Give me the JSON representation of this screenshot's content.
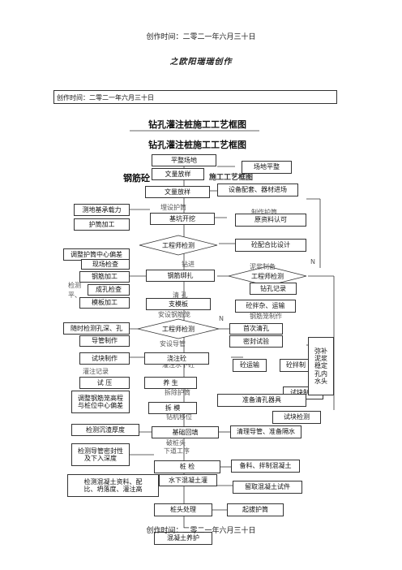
{
  "header_top": "创作时间：二零二一年六月三十日",
  "author_line": "之欧阳瑞瑞创作",
  "time_box": "创作时间：二零二一年六月三十日",
  "titles": {
    "t1": "钻孔灌注桩施工工艺框图",
    "t2": "钻孔灌注桩施工工艺框图",
    "t3": "钢筋砼",
    "t3b": "施工工艺框图"
  },
  "center": {
    "b1": "平整场地",
    "b2": "文量放样",
    "b3": "文量放样",
    "b4": "基坑开挖",
    "d1": "工程师检测",
    "b5": "钢筋绑扎",
    "b6": "支模板",
    "d2": "工程师检测",
    "b7": "浇注砼",
    "b8": "养 生",
    "b9": "拆 模",
    "b10": "基础回填",
    "b11": "桩 检",
    "b12": "水下混凝土灌",
    "b13": "桩头处理",
    "b14": "混凝土养护"
  },
  "center_ghost": {
    "g1": "埋设护筒",
    "g2": "钻进",
    "g3": "清 孔",
    "g4": "安设钢筋笼",
    "g5": "安设导管",
    "g6": "灌注水下砼",
    "g7": "拆除护筒",
    "g8": "钻机移位",
    "g9": "破桩头",
    "g10": "下道工序"
  },
  "left": {
    "l1": "测地基承载力",
    "l2": "护筒加工",
    "l3": "调整护筒中心偏差",
    "l4": "现场检查",
    "l5": "钢筋加工",
    "l6": "检测",
    "l6b": "平、",
    "l7": "成孔检查",
    "l8": "模板加工",
    "l9": "随时检测孔深、孔",
    "l10": "导管制作",
    "l11": "试块制作",
    "l12": "灌注记录",
    "l13": "试 压",
    "l14": "调整钢筋笼高程\n与桩位中心偏差",
    "l15": "检测沉渣厚度",
    "l16": "检测导管密封性\n及下入深度",
    "l17": "检测混凝土资料、配\n比、坍落度、灌注高"
  },
  "right": {
    "r1": "场地平整",
    "r2": "设备配套、器材进场",
    "r3": "制作护筒",
    "r4": "原资料认可",
    "r5": "砼配合比设计",
    "r6": "泥浆制备",
    "d3": "工程师检测",
    "r7": "钻孔记录",
    "r8": "砼拌杂、运输",
    "r9": "钢筋笼制作",
    "r10": "首次清孔",
    "r11": "密封试验",
    "r12": "砼运输",
    "r12b": "砼拌制",
    "r13": "试块制作",
    "r14": "准备清孔器具",
    "r15": "试块检测",
    "r16": "清理导管、准备隔水",
    "r17": "备料、拌制混凝土",
    "r18": "留取混凝土试件",
    "r19": "起拔护筒",
    "side": "弥补\n泥浆\n稳定\n孔内\n水头",
    "n1": "N",
    "n2": "N"
  },
  "footer": "创作时间：二零二一年六月三十日"
}
